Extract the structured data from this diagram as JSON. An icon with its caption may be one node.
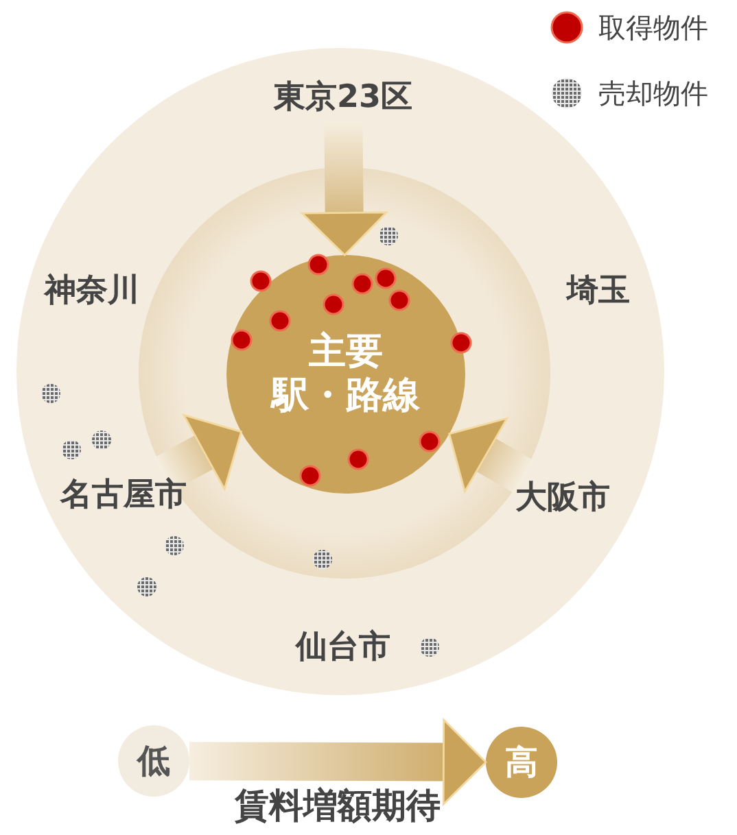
{
  "diagram": {
    "nodes": [
      {
        "text": [],
        "shape": "circle"
      },
      {
        "text": [],
        "shape": "circle",
        "in": 0
      },
      {
        "text": [
          "主要",
          "駅・路線"
        ],
        "in": 1
      },
      {
        "text": [
          "東京23区"
        ],
        "in": 0
      },
      {
        "text": [
          "名古屋市"
        ],
        "in": 0
      },
      {
        "text": [
          "大阪市"
        ],
        "in": 0
      },
      {
        "text": [
          "低"
        ]
      },
      {
        "text": [
          "高"
        ]
      }
    ],
    "edges": [
      {
        "from": 3,
        "to": 2,
        "arrow": "to"
      },
      {
        "from": 4,
        "to": 2,
        "arrow": "to"
      },
      {
        "from": 5,
        "to": 2,
        "arrow": "to"
      },
      {
        "from": 6,
        "to": 7,
        "arrow": "to",
        "label": "賃料増額期待"
      }
    ],
    "labels": [
      "神奈川",
      "埼玉",
      "仙台市"
    ],
    "legend": [
      {
        "text": "取得物件",
        "color": "#c00000"
      },
      {
        "text": "売却物件"
      }
    ]
  }
}
